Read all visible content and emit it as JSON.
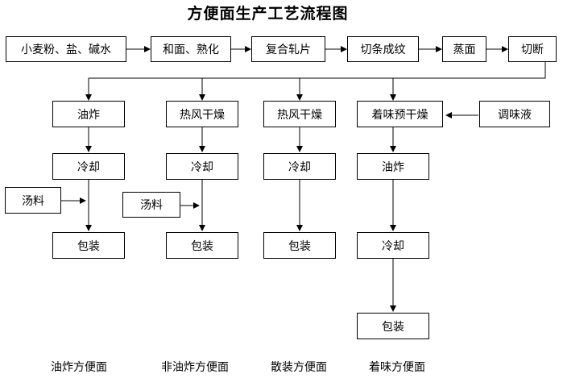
{
  "title": "方便面生产工艺流程图",
  "main_line": [
    "小麦粉、盐、碱水",
    "和面、熟化",
    "复合轧片",
    "切条成纹",
    "蒸面",
    "切断"
  ],
  "branches": {
    "fried": {
      "steps": [
        "油炸",
        "冷却",
        "包装"
      ],
      "soup": "汤料",
      "caption": "油炸方便面"
    },
    "non_fried": {
      "steps": [
        "热风干燥",
        "冷却",
        "包装"
      ],
      "soup": "汤料",
      "caption": "非油炸方便面"
    },
    "bulk": {
      "steps": [
        "热风干燥",
        "冷却",
        "包装"
      ],
      "caption": "散装方便面"
    },
    "flavored": {
      "steps": [
        "着味预干燥",
        "油炸",
        "冷却",
        "包装"
      ],
      "seasoning": "调味液",
      "caption": "着味方便面"
    }
  }
}
